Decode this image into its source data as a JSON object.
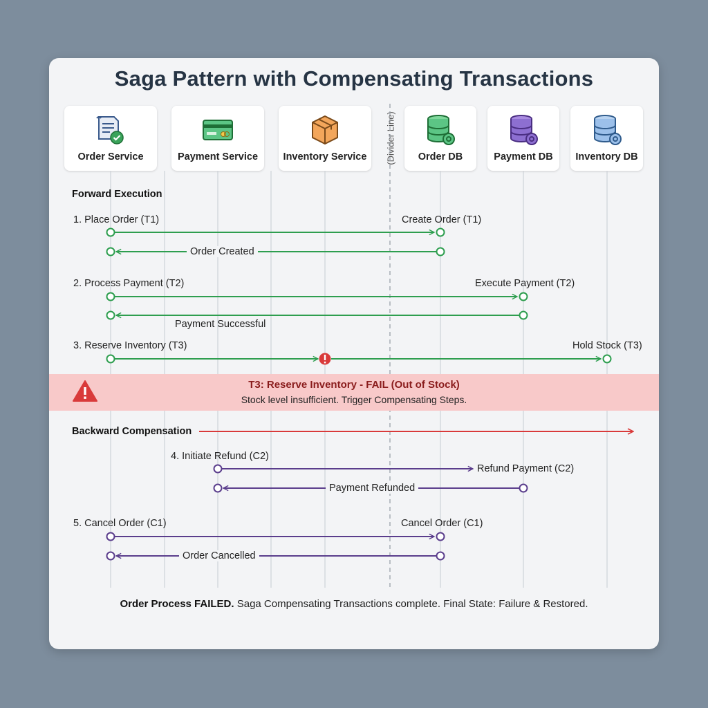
{
  "title": "Saga Pattern with Compensating Transactions",
  "participants": [
    {
      "label": "Order Service",
      "icon": "document-check-icon"
    },
    {
      "label": "Payment Service",
      "icon": "credit-card-icon"
    },
    {
      "label": "Inventory Service",
      "icon": "package-box-icon"
    },
    {
      "label": "Order DB",
      "icon": "database-gear-icon"
    },
    {
      "label": "Payment DB",
      "icon": "database-gear-icon"
    },
    {
      "label": "Inventory DB",
      "icon": "database-gear-icon"
    }
  ],
  "divider_label": "(Divider Line)",
  "forward": {
    "heading": "Forward Execution",
    "step1_label": "1. Place Order (T1)",
    "step1_target": "Create Order (T1)",
    "step1_reply": "Order Created",
    "step2_label": "2. Process Payment (T2)",
    "step2_target": "Execute Payment (T2)",
    "step2_reply": "Payment Successful",
    "step3_label": "3. Reserve Inventory (T3)",
    "step3_target": "Hold Stock (T3)"
  },
  "failure": {
    "title": "T3: Reserve Inventory - FAIL (Out of Stock)",
    "subtitle": "Stock level insufficient. Trigger Compensating Steps."
  },
  "compensation": {
    "heading": "Backward Compensation",
    "step4_label": "4. Initiate Refund (C2)",
    "step4_target": "Refund Payment (C2)",
    "step4_reply": "Payment Refunded",
    "step5_label": "5. Cancel Order (C1)",
    "step5_target": "Cancel Order (C1)",
    "step5_reply": "Order Cancelled"
  },
  "footer": {
    "bold": "Order Process FAILED.",
    "rest": " Saga Compensating Transactions complete. Final State: Failure & Restored."
  },
  "colors": {
    "forward": "#2e9e4f",
    "compensation": "#5a3d8c",
    "failure": "#d93a3a",
    "banner": "#f8c9c9"
  }
}
